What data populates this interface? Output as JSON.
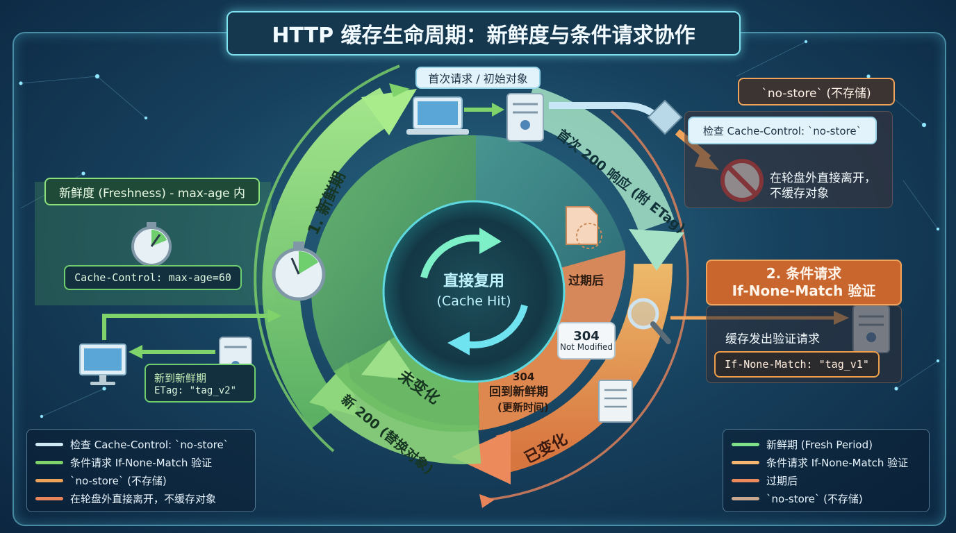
{
  "title": "HTTP 缓存生命周期：新鲜度与条件请求协作",
  "top": {
    "initial_request": "首次请求 / 初始对象"
  },
  "ring": {
    "first_200": "首次 200 响应 (附 ETag)",
    "fresh_phase": "1. 新鲜期",
    "new_200": "新 200 (替换对象)",
    "unchanged": "未变化",
    "changed": "已变化",
    "expired": "过期后",
    "back_fresh": [
      "304",
      "回到新鲜期",
      "(更新时间)"
    ]
  },
  "center": {
    "line1": "直接复用",
    "line2": "(Cache Hit)"
  },
  "not_modified": {
    "code": "304",
    "text": "Not Modified"
  },
  "freshness": {
    "label": "新鲜度 (Freshness) - max-age 内",
    "header": "Cache-Control: max-age=60"
  },
  "renew": {
    "line1": "新到新鲜期",
    "line2": "ETag: \"tag_v2\""
  },
  "no_store": {
    "tag": "`no-store` (不存储)",
    "check": "检查 Cache-Control: `no-store`",
    "leave": [
      "在轮盘外直接离开，",
      "不缓存对象"
    ]
  },
  "conditional": {
    "title": [
      "2. 条件请求",
      "If-None-Match 验证"
    ],
    "send": "缓存发出验证请求",
    "header": "If-None-Match: \"tag_v1\""
  },
  "legend_left": [
    {
      "label": "检查 Cache-Control: `no-store`",
      "color": "#cfe8f5"
    },
    {
      "label": "条件请求 If-None-Match 验证",
      "color": "#7fd36a"
    },
    {
      "label": "`no-store` (不存储)",
      "color": "#f0a35a"
    },
    {
      "label": "在轮盘外直接离开，不缓存对象",
      "color": "#e8845a"
    }
  ],
  "legend_right": [
    {
      "label": "新鲜期 (Fresh Period)",
      "color": "#7fe08a"
    },
    {
      "label": "条件请求 If-None-Match 验证",
      "color": "#f6b870"
    },
    {
      "label": "过期后",
      "color": "#ec8a5c"
    },
    {
      "label": "`no-store` (不存储)",
      "color": "#c9a890"
    }
  ],
  "colors": {
    "fresh": "#7fd36a",
    "validate": "#f0a35a",
    "expired": "#e8845a",
    "cyan": "#6fe3f0"
  }
}
